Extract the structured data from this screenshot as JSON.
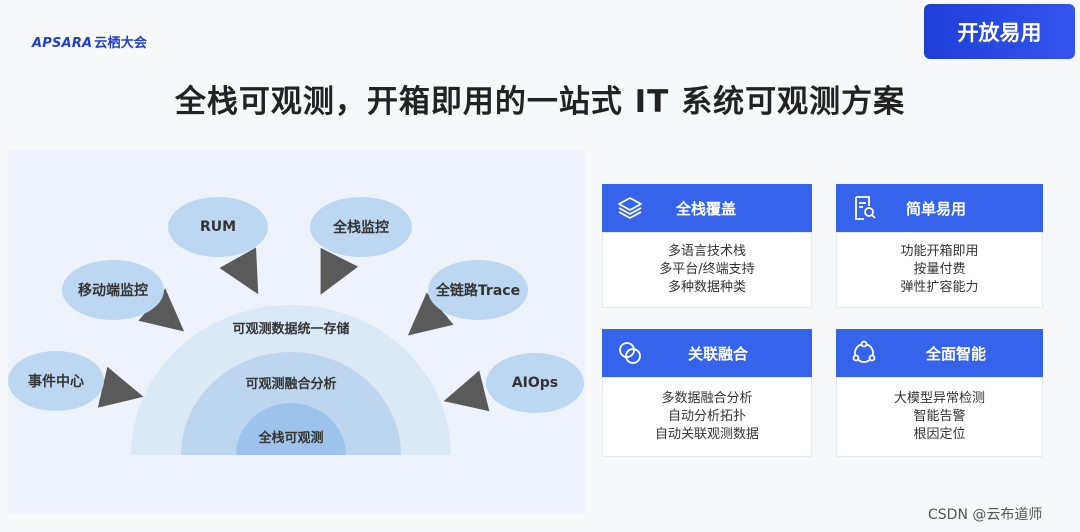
{
  "header": {
    "logo_en": "APSARA",
    "logo_cn": "云栖大会",
    "badge": "开放易用",
    "title": "全栈可观测，开箱即用的一站式 IT 系统可观测方案"
  },
  "diagram": {
    "bubbles": [
      "RUM",
      "全栈监控",
      "移动端监控",
      "全链路Trace",
      "事件中心",
      "AIOps"
    ],
    "layers": [
      "可观测数据统一存储",
      "可观测融合分析",
      "全栈可观测"
    ]
  },
  "cards": [
    {
      "title": "全栈覆盖",
      "icon": "layers-icon",
      "lines": [
        "多语言技术栈",
        "多平台/终端支持",
        "多种数据种类"
      ]
    },
    {
      "title": "简单易用",
      "icon": "document-search-icon",
      "lines": [
        "功能开箱即用",
        "按量付费",
        "弹性扩容能力"
      ]
    },
    {
      "title": "关联融合",
      "icon": "link-rings-icon",
      "lines": [
        "多数据融合分析",
        "自动分析拓扑",
        "自动关联观测数据"
      ]
    },
    {
      "title": "全面智能",
      "icon": "network-nodes-icon",
      "lines": [
        "大模型异常检测",
        "智能告警",
        "根因定位"
      ]
    }
  ],
  "watermark": "CSDN @云布道师",
  "colors": {
    "accent": "#3563e9",
    "bubble": "#bcd7f1",
    "arc_outer": "#dbe8f6",
    "arc_mid": "#bcd6f0",
    "arc_inner": "#9ec3ea"
  }
}
